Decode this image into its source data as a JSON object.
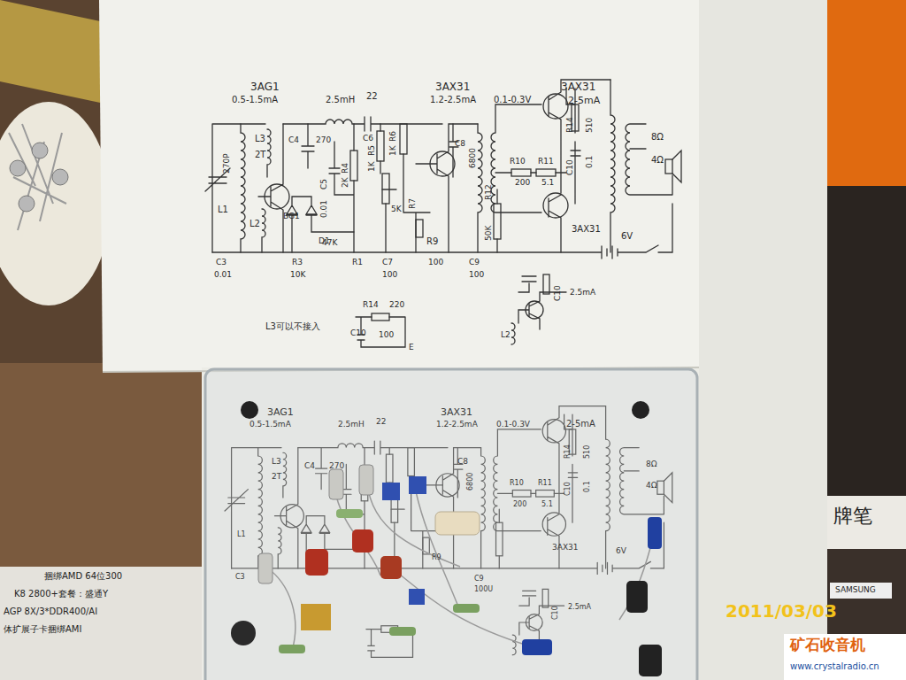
{
  "diagram": {
    "labels": [
      "3AG1",
      "0.5-1.5mA",
      "2.5mH",
      "22",
      "3AX31",
      "1.2-2.5mA",
      "0.1-0.3V",
      "3AX31",
      "2-5mA",
      "270P",
      "L3",
      "2T",
      "C4",
      "270",
      "C6",
      "R5",
      "1K",
      "R6",
      "1K",
      "C5",
      "0.01",
      "R4",
      "2K",
      "5K",
      "R7",
      "C8",
      "6800",
      "R10",
      "200",
      "R11",
      "5.1",
      "R12",
      "50K",
      "R14",
      "510",
      "C10",
      "0.1",
      "3AX31",
      "8Ω",
      "4Ω",
      "BG1",
      "L1",
      "L2",
      "D1",
      "C3",
      "0.01",
      "R3",
      "10K",
      "47K",
      "R1",
      "C7",
      "100",
      "R9",
      "100",
      "C9",
      "100",
      "6V",
      "R14",
      "220",
      "C10",
      "100",
      "E",
      "L3可以不接入",
      "C10",
      "2.5mA",
      "L2",
      "3AG1",
      "0.5-1.5mA",
      "2.5mH",
      "22",
      "3AX31",
      "1.2-2.5mA",
      "0.1-0.3V",
      "2-5mA",
      "L3",
      "2T",
      "C4",
      "270",
      "C8",
      "6800",
      "R10",
      "200",
      "R11",
      "5.1",
      "R14",
      "510",
      "C10",
      "0.1",
      "8Ω",
      "4Ω",
      "3AX31",
      "6V",
      "C9",
      "100U",
      "R9",
      "C3",
      "C10",
      "2.5mA",
      "L1",
      "捆绑AMD 64位300",
      "K8 2800+套餐：盛通Y",
      "AGP 8X/3*DDR400/AI",
      "体扩展子卡捆绑AMI",
      "牌笔",
      "SAMSUNG",
      "2011/03/03",
      "矿石收音机",
      "www.crystalradio.cn"
    ]
  }
}
